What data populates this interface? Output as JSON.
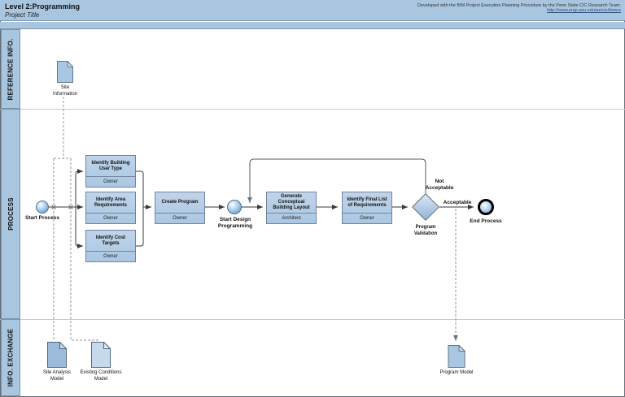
{
  "header": {
    "title": "Level 2:Programming",
    "subtitle": "Project Title",
    "credit_line": "Developed with the BIM Project Execution Planning Procedure by the Penn State CIC Research Team.",
    "credit_link": "http://www.engr.psu.edu/ae/cic/bimex"
  },
  "lanes": {
    "reference": "REFERENCE INFO.",
    "process": "PROCESS",
    "exchange": "INFO. EXCHANGE"
  },
  "nodes": {
    "site_information": {
      "label": "Site Information"
    },
    "start_process": {
      "label": "Start Process"
    },
    "identify_building_use": {
      "title": "Identify Building Use/ Type",
      "role": "Owner"
    },
    "identify_area": {
      "title": "Identify Area Requirements",
      "role": "Owner"
    },
    "identify_cost": {
      "title": "Identify Cost Targets",
      "role": "Owner"
    },
    "create_program": {
      "title": "Create Program",
      "role": "Owner"
    },
    "start_design": {
      "label": "Start Design Programming"
    },
    "generate_layout": {
      "title": "Generate Conceptual Building Layout",
      "role": "Architect"
    },
    "final_list": {
      "title": "Identify Final List of Requirements",
      "role": "Owner"
    },
    "program_validation": {
      "label": "Program Validation"
    },
    "end_process": {
      "label": "End Process"
    },
    "site_analysis_model": {
      "label": "Site Analysis Model"
    },
    "existing_conditions_model": {
      "label": "Existing Conditions Model"
    },
    "program_model": {
      "label": "Program Model"
    }
  },
  "edge_labels": {
    "not_acceptable": "Not Acceptable",
    "acceptable": "Acceptable"
  },
  "colors": {
    "lane_blue": "#a9c6e1",
    "task_fill": "#b5cee6",
    "task_border": "#73849b",
    "flow_line": "#3a3a3a",
    "dashed_line": "#8f979e",
    "doc_dark": "#9cbbdb",
    "doc_medium": "#a9c6e2",
    "doc_light": "#c7d9ec"
  }
}
